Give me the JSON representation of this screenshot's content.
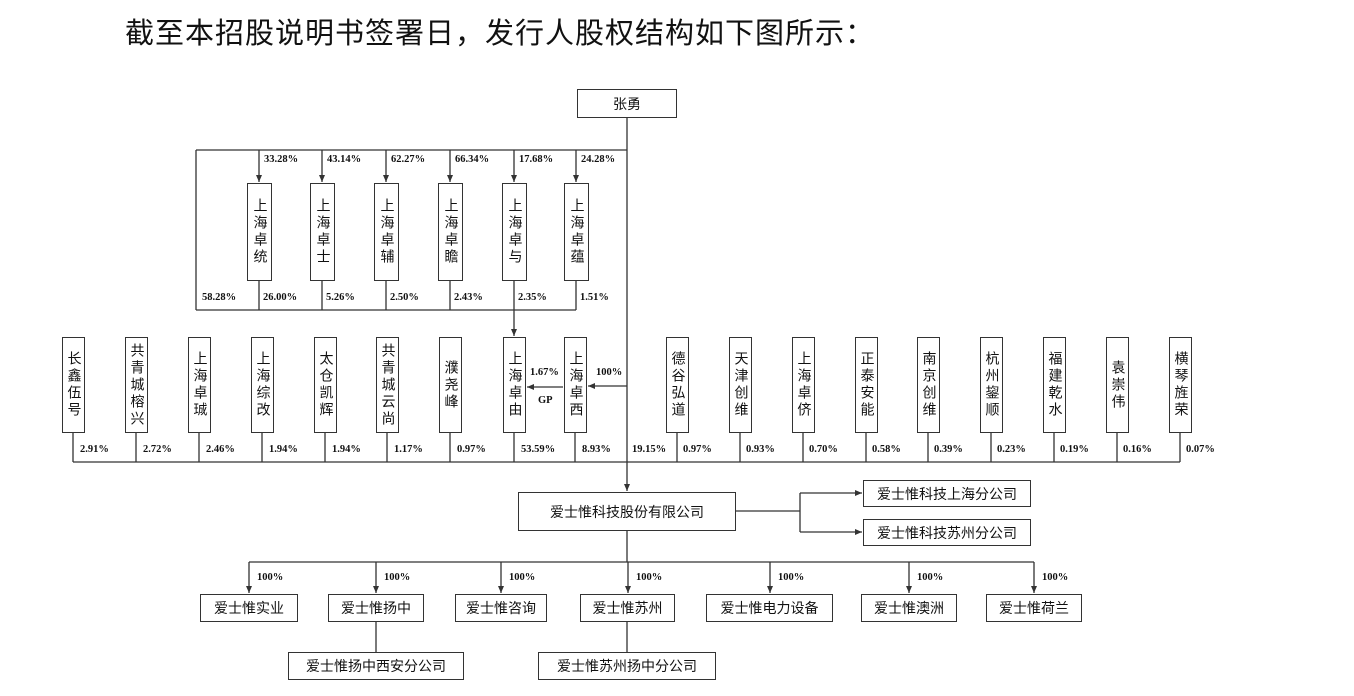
{
  "title": "截至本招股说明书签署日，发行人股权结构如下图所示：",
  "top_holder": "张勇",
  "direct_to_zhuoyou_pct": "58.28%",
  "platforms": [
    {
      "name": "上海卓统",
      "upper_pct": "33.28%",
      "lower_pct": "26.00%"
    },
    {
      "name": "上海卓士",
      "upper_pct": "43.14%",
      "lower_pct": "5.26%"
    },
    {
      "name": "上海卓辅",
      "upper_pct": "62.27%",
      "lower_pct": "2.50%"
    },
    {
      "name": "上海卓瞻",
      "upper_pct": "66.34%",
      "lower_pct": "2.43%"
    },
    {
      "name": "上海卓与",
      "upper_pct": "17.68%",
      "lower_pct": "2.35%"
    },
    {
      "name": "上海卓蕴",
      "upper_pct": "24.28%",
      "lower_pct": "1.51%"
    }
  ],
  "shareholders_left": [
    {
      "name": "长鑫伍号",
      "pct": "2.91%"
    },
    {
      "name": "共青城榕兴",
      "pct": "2.72%"
    },
    {
      "name": "上海卓珹",
      "pct": "2.46%"
    },
    {
      "name": "上海综改",
      "pct": "1.94%"
    },
    {
      "name": "太仓凯辉",
      "pct": "1.94%"
    },
    {
      "name": "共青城云尚",
      "pct": "1.17%"
    },
    {
      "name": "濮尧峰",
      "pct": "0.97%"
    },
    {
      "name": "上海卓由",
      "pct": "53.59%"
    },
    {
      "name": "上海卓西",
      "pct": "8.93%"
    }
  ],
  "zhangyong_direct_pct": "19.15%",
  "zhuoxi_to_zhuoyou": {
    "pct": "1.67%",
    "role": "GP"
  },
  "zhangyong_to_zhuoxi_pct": "100%",
  "shareholders_right": [
    {
      "name": "德谷弘道",
      "pct": "0.97%"
    },
    {
      "name": "天津创维",
      "pct": "0.93%"
    },
    {
      "name": "上海卓侪",
      "pct": "0.70%"
    },
    {
      "name": "正泰安能",
      "pct": "0.58%"
    },
    {
      "name": "南京创维",
      "pct": "0.39%"
    },
    {
      "name": "杭州鋆顺",
      "pct": "0.23%"
    },
    {
      "name": "福建乾水",
      "pct": "0.19%"
    },
    {
      "name": "袁崇伟",
      "pct": "0.16%"
    },
    {
      "name": "横琴旌荣",
      "pct": "0.07%"
    }
  ],
  "company": "爱士惟科技股份有限公司",
  "branches": [
    "爱士惟科技上海分公司",
    "爱士惟科技苏州分公司"
  ],
  "subsidiaries": [
    {
      "name": "爱士惟实业",
      "pct": "100%"
    },
    {
      "name": "爱士惟扬中",
      "pct": "100%"
    },
    {
      "name": "爱士惟咨询",
      "pct": "100%"
    },
    {
      "name": "爱士惟苏州",
      "pct": "100%"
    },
    {
      "name": "爱士惟电力设备",
      "pct": "100%"
    },
    {
      "name": "爱士惟澳洲",
      "pct": "100%"
    },
    {
      "name": "爱士惟荷兰",
      "pct": "100%"
    }
  ],
  "sub_branches": [
    "爱士惟扬中西安分公司",
    "爱士惟苏州扬中分公司"
  ]
}
